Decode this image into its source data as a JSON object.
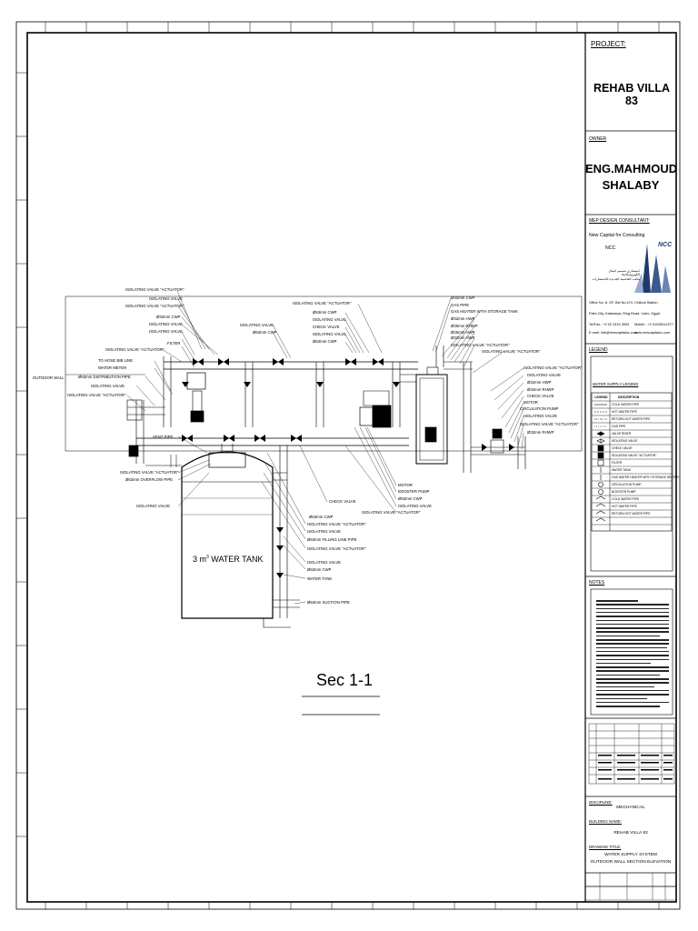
{
  "project": {
    "label": "PROJECT:",
    "name": "REHAB VILLA 83"
  },
  "owner": {
    "label": "OWNER",
    "name_line1": "ENG.MAHMOUD",
    "name_line2": "SHALABY"
  },
  "consultant": {
    "label": "MEP DESIGN CONSULTANT:",
    "name_line1": "New Capital for Consulting",
    "name_line2": "NCC",
    "logo_text": "NCC",
    "arabic_line1": "استشاري تصميم اعمال الكهروميكانيك",
    "arabic_line2": "مكتب العاصمة الجديدة للاستشارات",
    "address_line1": "Office No. 8, GF, Bld No.474, Chillout Station,",
    "address_line2": "Palm City, Katameya, Ring Road, Cairo, Egypt",
    "phone": "Tel/Fax.: +2 02 2315 3993",
    "mobile": "Mobile : +2 01028311377",
    "email": "E-mail: info@newcapitalnc.com",
    "web": "www.newcapitalnc.com"
  },
  "legend": {
    "label": "LEGEND",
    "water_label": "WATER SUPPLY LEGEND",
    "header_sym": "LEGEND",
    "header_desc": "DESCRIPTION",
    "rows": [
      {
        "sym": "",
        "desc": "COLD WATER PIPE"
      },
      {
        "sym": "",
        "desc": "HOT WATER PIPE"
      },
      {
        "sym": "",
        "desc": "RETURN HOT WATER PIPE"
      },
      {
        "sym": "",
        "desc": "GAS PIPE"
      },
      {
        "sym": "",
        "desc": "VALVE RISER"
      },
      {
        "sym": "",
        "desc": "ISOLATING VALVE"
      },
      {
        "sym": "",
        "desc": "CHECK VALVE"
      },
      {
        "sym": "",
        "desc": "ISOLATING VALVE \"ACTUATOR\""
      },
      {
        "sym": "",
        "desc": "FILTER"
      },
      {
        "sym": "",
        "desc": "WATER TANK"
      },
      {
        "sym": "",
        "desc": "GAS WATER HEATER WITH STORAGE HEATER"
      },
      {
        "sym": "",
        "desc": "CIRCULATION PUMP"
      },
      {
        "sym": "",
        "desc": "BOOSTER PUMP"
      },
      {
        "sym": "",
        "desc": "COLD WATER PIPE"
      },
      {
        "sym": "",
        "desc": "HOT WATER PIPE"
      },
      {
        "sym": "",
        "desc": "RETURN HOT WATER PIPE"
      }
    ]
  },
  "notes": {
    "label": "NOTES"
  },
  "discipline": {
    "label": "DISCIPLINE:",
    "value": "MECHANICAL"
  },
  "building": {
    "label": "BUILDING NAME:",
    "value": "REHAB VILLA 83"
  },
  "drawing_title": {
    "label": "DRAWING TITLE:",
    "line1": "WATER SUPPLY SYSTEM",
    "line2": "OUTDOOR WALL SECTION ELEVATION"
  },
  "diagram": {
    "section_title": "Sec 1-1",
    "tank_label_prefix": "3 m",
    "tank_label_sup": "3",
    "tank_label_suffix": " WATER TANK",
    "labels": {
      "outdoor_wall": "OUTDOOR WALL",
      "iso_act_1": "ISOLATING VALVE \"ACTUATOR\"",
      "iso_valve_1": "ISOLATING VALVE",
      "iso_act_2": "ISOLATING VALVE \"ACTUATOR\"",
      "cwp_1": "Ø32mm CWP",
      "iso_valve_2": "ISOLATING VALVE",
      "iso_valve_3": "ISOLATING VALVE",
      "filter": "FILTER",
      "iso_act_left": "ISOLATING VALVE \"ACTUATOR\"",
      "hose_bib": "TO HOSE BIB LINE",
      "water_meter": "WATER METER",
      "distribution": "Ø63mm DISTRIBUTION PIPE",
      "iso_valve_left": "ISOLATING VALVE",
      "iso_act_left2": "ISOLATING VALVE \"ACTUATOR\"",
      "iso_valve_mid": "ISOLATING VALVE",
      "cwp_mid": "Ø63mm CWP",
      "iso_act_top": "ISOLATING VALVE \"ACTUATOR\"",
      "cwp_top": "Ø63mm CWP",
      "iso_valve_top1": "ISOLATING VALVE",
      "check_valve_top": "CHECK VALVE",
      "iso_valve_top2": "ISOLATING VALVE",
      "cwp_top2": "Ø63mm CWP",
      "cwp_r1": "Ø32mm CWP",
      "gas_pipe": "GAS PIPE",
      "gas_heater": "GAS HEATER WITH STORAGE TANK",
      "hwp_r": "Ø32mm HWP",
      "rhwp_r": "Ø25mm RHWP",
      "hwp_r2": "Ø25mm HWP",
      "hwp_r3": "Ø32mm HWP",
      "iso_act_r": "ISOLATING VALVE \"ACTUATOR\"",
      "iso_act_far": "ISOLATING VALVE \"ACTUATOR\"",
      "iso_valve_far": "ISOLATING VALVE",
      "hwp_far": "Ø32mm HWP",
      "rhwp_far": "Ø32mm RHWP",
      "check_valve_far": "CHECK VALVE",
      "motor_far": "MOTOR",
      "circ_pump": "CIRCULATION PUMP",
      "iso_valve_far2": "ISOLATING VALVE",
      "rhwp_far2": "Ø32mm RHWP",
      "vent_pipe": "VENT PIPE",
      "iso_act_tank": "ISOLATING VALVE \"ACTUATOR\"",
      "overflow": "Ø63mm OVERFLOW PIPE",
      "iso_valve_tank": "ISOLATING VALVE",
      "motor_mid": "MOTOR",
      "booster": "BOOSTER PUMP",
      "cwp_mid2": "Ø63mm CWP",
      "iso_valve_mid2": "ISOLATING VALVE",
      "check_valve_mid": "CHECK VALVE",
      "cwp_mid3": "Ø63mm CWP",
      "iso_act_bot": "ISOLATING VALVE \"ACTUATOR\"",
      "iso_valve_bot": "ISOLATING VALVE",
      "filling_pipe": "Ø63mm FILLING LINE PIPE",
      "iso_act_bot2": "ISOLATING VALVE \"ACTUATOR\"",
      "iso_valve_bot2": "ISOLATING VALVE",
      "cwp_bot": "Ø63mm CWP",
      "water_tank": "WATER TANK",
      "suction": "Ø63mm SUCTION PIPE"
    }
  },
  "colors": {
    "line": "#000000",
    "background": "#ffffff"
  }
}
